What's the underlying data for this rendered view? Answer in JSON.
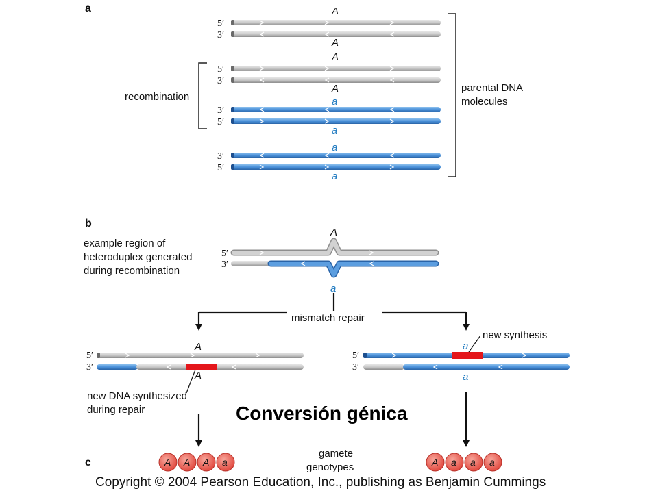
{
  "panels": {
    "a": "a",
    "b": "b",
    "c": "c"
  },
  "strand_ends": {
    "five_prime": "5′",
    "three_prime": "3′"
  },
  "alleles": {
    "dominant": "A",
    "recessive": "a"
  },
  "labels": {
    "recombination": "recombination",
    "parental_line1": "parental DNA",
    "parental_line2": "molecules",
    "heteroduplex_line1": "example region of",
    "heteroduplex_line2": "heteroduplex generated",
    "heteroduplex_line3": "during recombination",
    "mismatch_repair": "mismatch repair",
    "new_synthesis": "new synthesis",
    "repair_line1": "new DNA synthesized",
    "repair_line2": "during repair",
    "gamete_line1": "gamete",
    "gamete_line2": "genotypes",
    "conversion": "Conversión génica",
    "copyright": "Copyright © 2004 Pearson Education, Inc., publishing as Benjamin Cummings"
  },
  "gametes": {
    "left": [
      "A",
      "A",
      "A",
      "a"
    ],
    "right": [
      "A",
      "a",
      "a",
      "a"
    ]
  },
  "colors": {
    "gray_strand": "#c8c8c8",
    "blue_strand": "#4a90d9",
    "red_repair": "#e4161b",
    "allele_blue": "#1f7ac0",
    "gamete_fill": "#ec5d50"
  }
}
